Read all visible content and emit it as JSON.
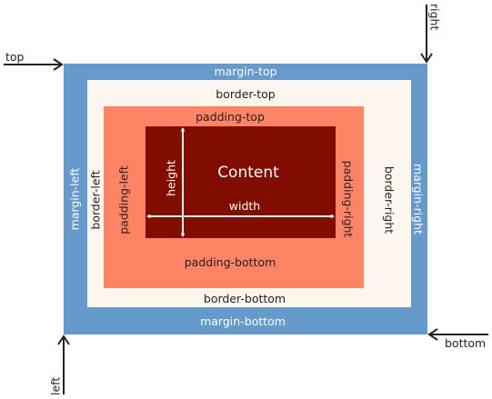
{
  "colors": {
    "margin": "#6699cc",
    "border": "#fdf6ee",
    "padding": "#ff8466",
    "content": "#800d00",
    "arrow_light": "#f2ede6",
    "arrow_dark": "#222222"
  },
  "labels": {
    "margin_top": "margin-top",
    "margin_bottom": "margin-bottom",
    "margin_left": "margin-left",
    "margin_right": "margin-right",
    "border_top": "border-top",
    "border_bottom": "border-bottom",
    "border_left": "border-left",
    "border_right": "border-right",
    "padding_top": "padding-top",
    "padding_bottom": "padding-bottom",
    "padding_left": "padding-left",
    "padding_right": "padding-right",
    "content": "Content",
    "width": "width",
    "height": "height",
    "top": "top",
    "right": "right",
    "bottom": "bottom",
    "left": "left"
  }
}
